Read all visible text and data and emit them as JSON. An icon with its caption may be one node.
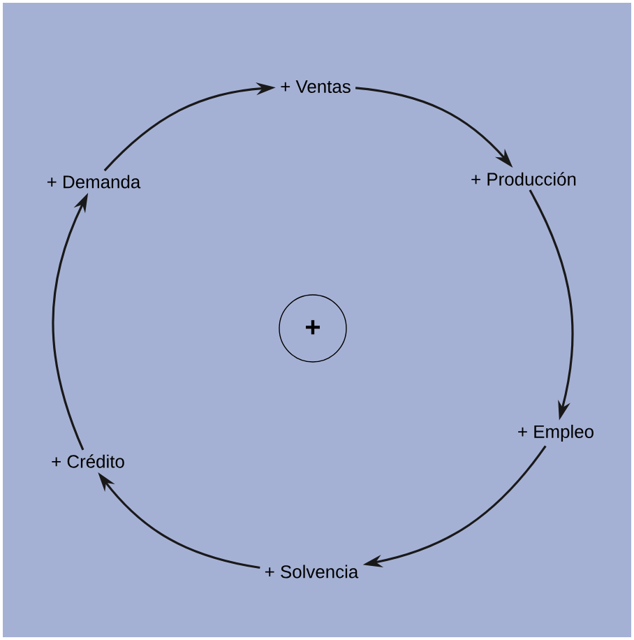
{
  "diagram": {
    "nodes": [
      {
        "text": [
          "+ Ventas"
        ]
      },
      {
        "text": [
          "+ Producción"
        ]
      },
      {
        "text": [
          "+ Empleo"
        ]
      },
      {
        "text": [
          "+ Solvencia"
        ]
      },
      {
        "text": [
          "+ Crédito"
        ]
      },
      {
        "text": [
          "+ Demanda"
        ]
      },
      {
        "text": [
          "+"
        ]
      }
    ],
    "edges": [
      {
        "from": 0,
        "to": 1,
        "arrow": "to"
      },
      {
        "from": 1,
        "to": 2,
        "arrow": "to"
      },
      {
        "from": 2,
        "to": 3,
        "arrow": "to"
      },
      {
        "from": 3,
        "to": 4,
        "arrow": "to"
      },
      {
        "from": 4,
        "to": 5,
        "arrow": "to"
      },
      {
        "from": 5,
        "to": 0,
        "arrow": "to"
      }
    ]
  }
}
